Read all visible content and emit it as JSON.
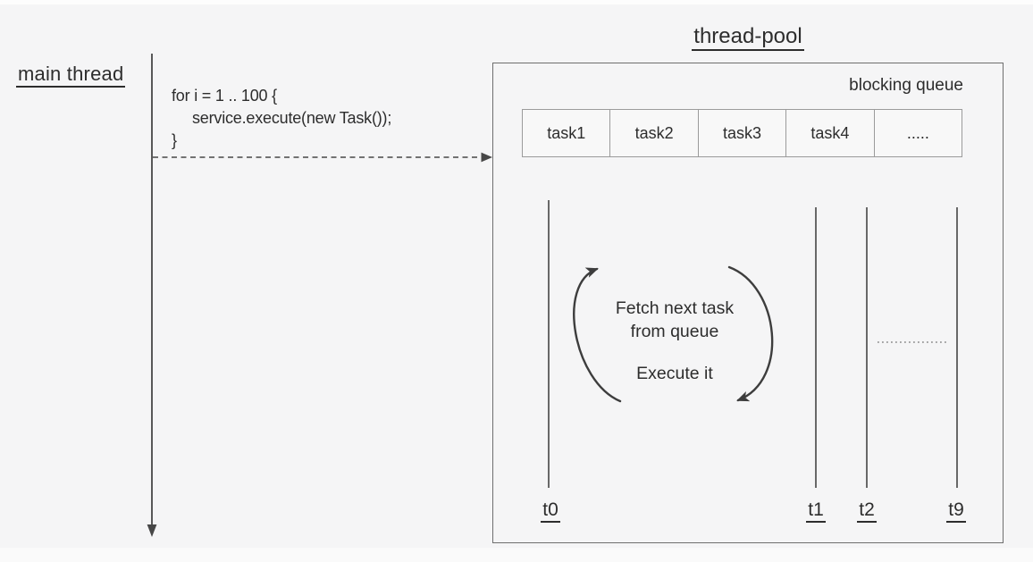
{
  "colors": {
    "background": "#f5f5f6",
    "text": "#2d2d2d",
    "line": "#474747",
    "box_border": "#6e6e6e",
    "cell_border": "#9b9b9b"
  },
  "icons": {
    "down_arrow": "▾",
    "right_arrow": "▸",
    "clockwise_cycle": "⟳"
  },
  "main_thread": {
    "label": "main thread",
    "code": [
      "for i = 1 .. 100 {",
      "service.execute(new Task());",
      "}"
    ]
  },
  "thread_pool": {
    "title": "thread-pool",
    "queue_label": "blocking queue",
    "queue_cells": [
      "task1",
      "task2",
      "task3",
      "task4",
      "....."
    ],
    "worker_cycle": {
      "line1": "Fetch next task",
      "line2": "from queue",
      "line3": "Execute it"
    },
    "threads": [
      {
        "label": "t0"
      },
      {
        "label": "t1"
      },
      {
        "label": "t2"
      },
      {
        "label": "t9"
      }
    ]
  }
}
